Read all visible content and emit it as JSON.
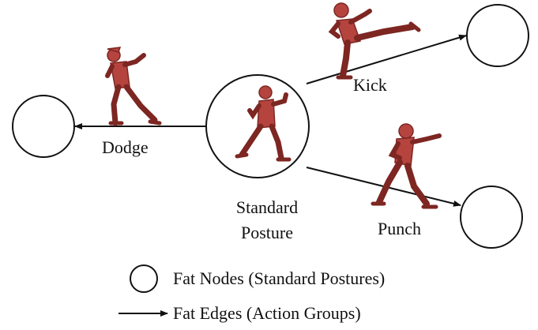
{
  "nodes": {
    "center": {
      "label_line1": "Standard",
      "label_line2": "Posture"
    },
    "left": {
      "label": ""
    },
    "top_right": {
      "label": ""
    },
    "bottom_right": {
      "label": ""
    }
  },
  "edges": {
    "dodge": {
      "label": "Dodge"
    },
    "kick": {
      "label": "Kick"
    },
    "punch": {
      "label": "Punch"
    }
  },
  "legend": {
    "node_text": "Fat Nodes (Standard Postures)",
    "edge_text": "Fat Edges (Action Groups)"
  },
  "colors": {
    "figure": "#b5443f",
    "figure_dark": "#7d2622",
    "line": "#111111",
    "node_fill": "#ffffff"
  },
  "icons": {
    "dodge_figure": "fighter-dodge-icon",
    "standard_figure": "fighter-stance-icon",
    "kick_figure": "fighter-kick-icon",
    "punch_figure": "fighter-punch-icon"
  }
}
